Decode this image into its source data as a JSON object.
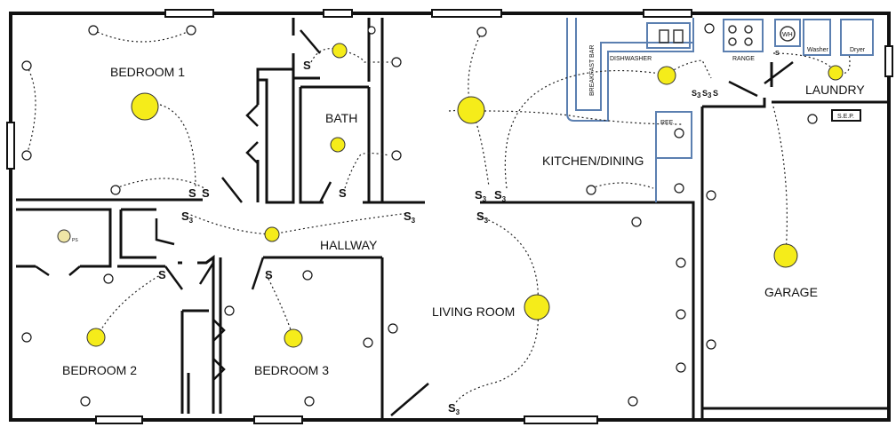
{
  "rooms": {
    "bedroom1": "BEDROOM 1",
    "bath": "BATH",
    "kitchen": "KITCHEN/DINING",
    "laundry": "LAUNDRY",
    "hallway": "HALLWAY",
    "living": "LIVING ROOM",
    "garage": "GARAGE",
    "bedroom2": "BEDROOM 2",
    "bedroom3": "BEDROOM 3"
  },
  "appliances": {
    "breakfast_bar": "BREAKFAST BAR",
    "dishwasher": "DISHWASHER",
    "range": "RANGE",
    "ref": "REF.",
    "wh": "WH",
    "washer": "Washer",
    "dryer": "Dryer",
    "sep": "S.E.P.",
    "ps": "PS"
  },
  "switches": {
    "single": "S",
    "three_way": "S",
    "sub3": "3"
  },
  "colors": {
    "wall": "#111111",
    "fixture": "#f5ec1a",
    "fixture_ps": "#efe6a6",
    "wiring": "#222222",
    "cabinet": "#5b7fb0"
  }
}
